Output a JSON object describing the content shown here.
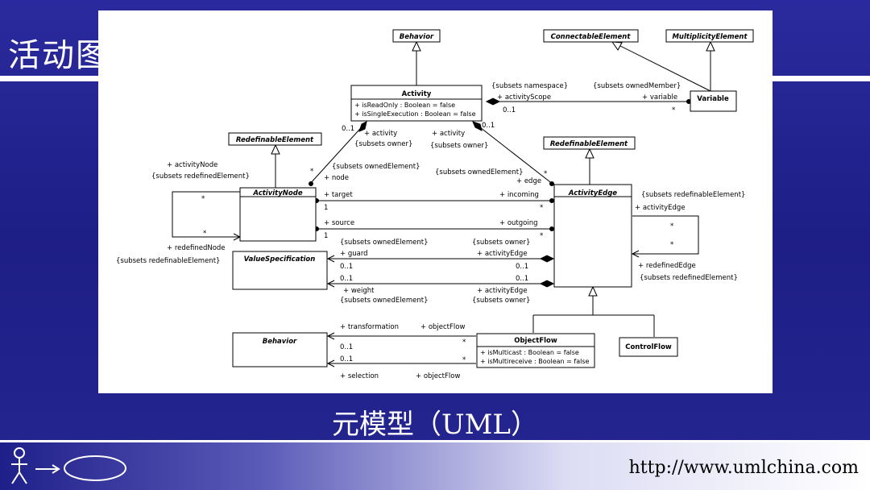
{
  "slide": {
    "title": "活动图",
    "subtitle": "元模型（UML）",
    "url": "http://www.umlchina.com",
    "colors": {
      "background": "#2a2a9e",
      "card": "#ffffff",
      "text": "#ffffff"
    }
  },
  "diagram": {
    "classes": {
      "behavior_top": "Behavior",
      "connectable": "ConnectableElement",
      "multiplicity": "MultiplicityElement",
      "activity": "Activity",
      "activity_attr1": "+ isReadOnly : Boolean = false",
      "activity_attr2": "+ isSingleExecution : Boolean = false",
      "variable": "Variable",
      "redef1": "RedefinableElement",
      "redef2": "RedefinableElement",
      "activity_node": "ActivityNode",
      "activity_edge": "ActivityEdge",
      "value_spec": "ValueSpecification",
      "behavior_bottom": "Behavior",
      "object_flow": "ObjectFlow",
      "of_attr1": "+ isMulticast : Boolean = false",
      "of_attr2": "+ isMultireceive : Boolean = false",
      "control_flow": "ControlFlow"
    },
    "labels": {
      "ns_subset": "{subsets namespace}",
      "activity_scope": "+ activityScope",
      "mult_01_a": "0..1",
      "owned_member": "{subsets ownedMember}",
      "variable_role": "+ variable",
      "star_var": "*",
      "mult_01_b": "0..1",
      "mult_01_c": "0..1",
      "activity_role1": "+ activity",
      "owner1": "{subsets owner}",
      "activity_role2": "+ activity",
      "owner2": "{subsets owner}",
      "activity_node_role": "+ activityNode",
      "redef_el1": "{subsets redefinedElement}",
      "owned_el1": "{subsets ownedElement}",
      "node_role": "+ node",
      "star_node": "*",
      "owned_el2": "{subsets ownedElement}",
      "edge_role": "+ edge",
      "star_edge": "*",
      "self_star1": "*",
      "self_star2": "*",
      "target_role": "+ target",
      "incoming_role": "+ incoming",
      "one_target": "1",
      "star_incoming": "*",
      "source_role": "+ source",
      "outgoing_role": "+ outgoing",
      "one_source": "1",
      "star_outgoing": "*",
      "redefined_node": "+ redefinedNode",
      "redefinable_el1": "{subsets redefinableElement}",
      "redefinable_el2": "{subsets redefinableElement}",
      "activity_edge_role": "+ activityEdge",
      "edge_star1": "*",
      "edge_star2": "*",
      "redefined_edge": "+ redefinedEdge",
      "redef_el2": "{subsets redefinedElement}",
      "owned_el3": "{subsets ownedElement}",
      "guard_role": "+ guard",
      "guard_mult": "0..1",
      "owner3": "{subsets owner}",
      "guard_edge_role": "+ activityEdge",
      "guard_mult2": "0..1",
      "weight_mult": "0..1",
      "weight_role": "+ weight",
      "owned_el4": "{subsets ownedElement}",
      "weight_mult2": "0..1",
      "weight_edge_role": "+ activityEdge",
      "owner4": "{subsets owner}",
      "transformation": "+ transformation",
      "object_flow1": "+ objectFlow",
      "trans_mult": "0..1",
      "trans_star": "*",
      "sel_mult": "0..1",
      "sel_star": "*",
      "selection": "+ selection",
      "object_flow2": "+ objectFlow"
    }
  }
}
